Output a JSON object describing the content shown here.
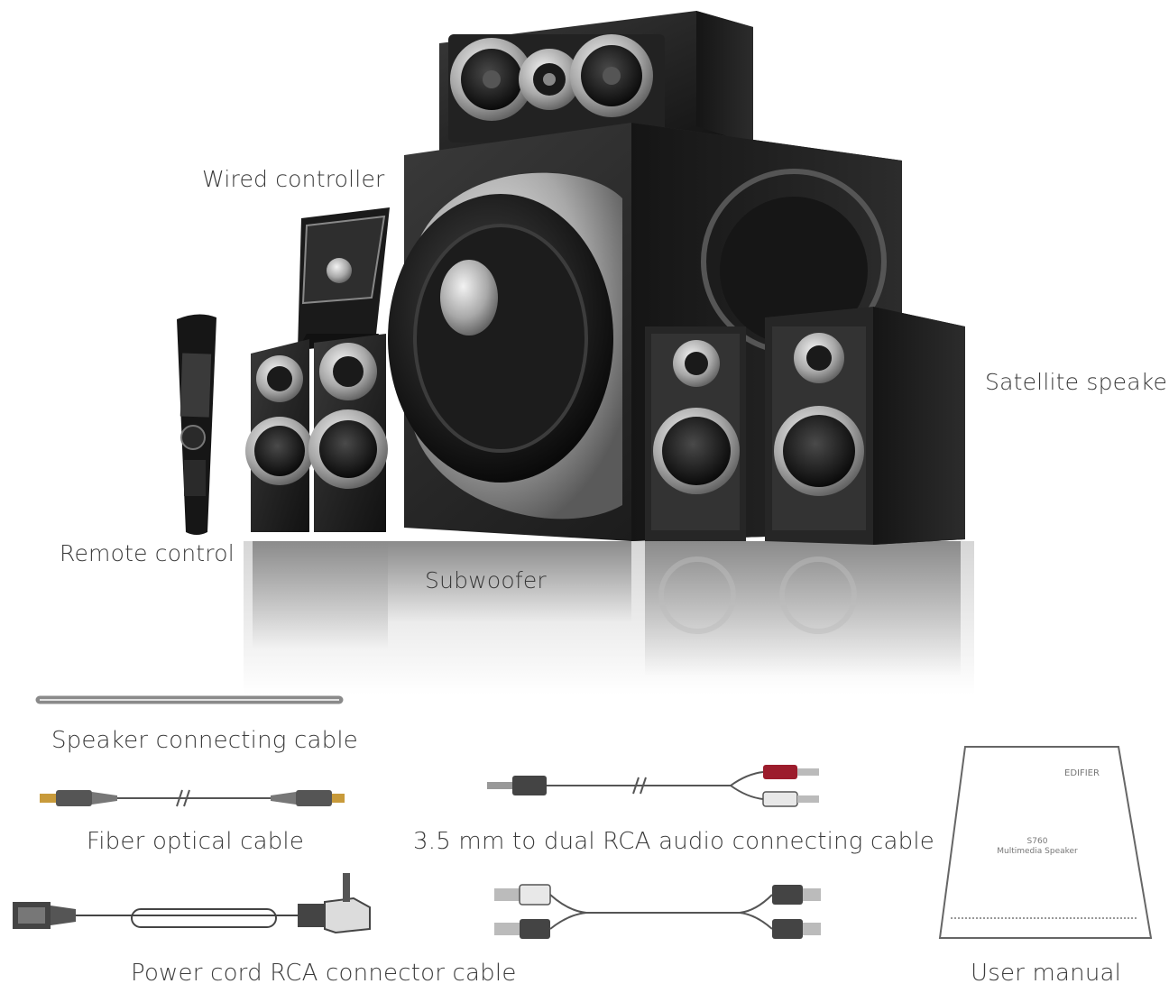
{
  "labels": {
    "wired_controller": "Wired controller",
    "satellite_speaker": "Satellite speaker",
    "remote_control": "Remote control",
    "subwoofer": "Subwoofer",
    "speaker_cable": "Speaker connecting cable",
    "fiber_cable": "Fiber optical cable",
    "rca_35_cable": "3.5 mm to dual RCA audio connecting cable",
    "power_cord": "Power cord RCA connector cable",
    "user_manual": "User manual"
  },
  "manual": {
    "brand": "EDIFIER",
    "model": "S760",
    "subtitle": "Multimedia Speaker"
  },
  "colors": {
    "speaker_body": "#1e1e1e",
    "metal": "#c8c8c8",
    "rca_red": "#9c1c2c",
    "rca_white": "#e8e8e8"
  }
}
